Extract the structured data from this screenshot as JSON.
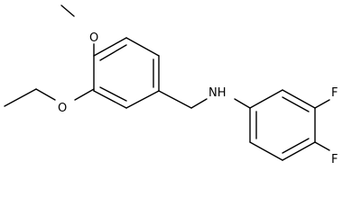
{
  "atoms": {
    "methoxy_oxygen": "O",
    "ethoxy_oxygen": "O",
    "amine": "NH",
    "fluorine_top": "F",
    "fluorine_bottom": "F"
  },
  "colors": {
    "bond": "#000000",
    "label": "#000000",
    "background": "#ffffff"
  }
}
